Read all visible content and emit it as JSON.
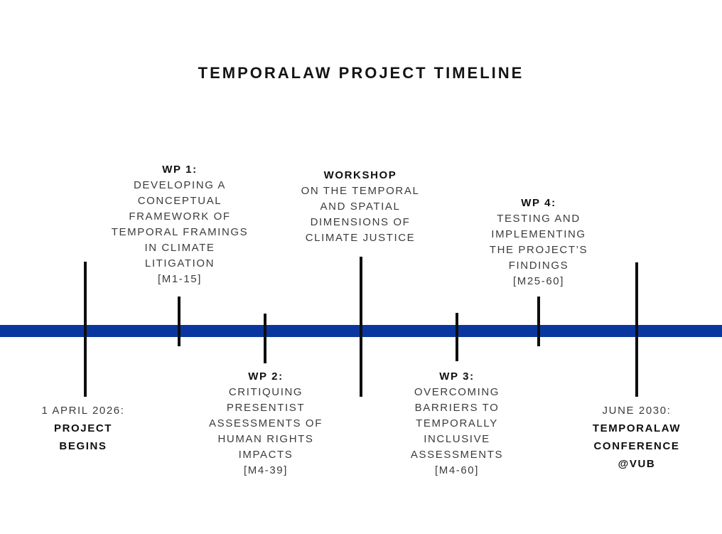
{
  "title": "TEMPORALAW PROJECT TIMELINE",
  "colors": {
    "bar": "#0a379f",
    "tick": "#0e0e0e",
    "text": "#3c3c3c",
    "bold_text": "#0f0f0f",
    "background": "#ffffff"
  },
  "milestones": [
    {
      "id": "project-begins",
      "side": "below",
      "lines": [
        {
          "text": "1 APRIL 2026:",
          "bold": false
        },
        {
          "text": "PROJECT",
          "bold": true
        },
        {
          "text": "BEGINS",
          "bold": true
        }
      ]
    },
    {
      "id": "wp1",
      "side": "above",
      "lines": [
        {
          "text": "WP 1:",
          "bold": true
        },
        {
          "text": "DEVELOPING A",
          "bold": false
        },
        {
          "text": "CONCEPTUAL",
          "bold": false
        },
        {
          "text": "FRAMEWORK OF",
          "bold": false
        },
        {
          "text": "TEMPORAL FRAMINGS",
          "bold": false
        },
        {
          "text": "IN CLIMATE",
          "bold": false
        },
        {
          "text": "LITIGATION",
          "bold": false
        },
        {
          "text": "[M1-15]",
          "bold": false
        }
      ]
    },
    {
      "id": "wp2",
      "side": "below",
      "lines": [
        {
          "text": "WP 2:",
          "bold": true
        },
        {
          "text": "CRITIQUING",
          "bold": false
        },
        {
          "text": "PRESENTIST",
          "bold": false
        },
        {
          "text": "ASSESSMENTS OF",
          "bold": false
        },
        {
          "text": "HUMAN RIGHTS",
          "bold": false
        },
        {
          "text": "IMPACTS",
          "bold": false
        },
        {
          "text": "[M4-39]",
          "bold": false
        }
      ]
    },
    {
      "id": "workshop",
      "side": "above",
      "lines": [
        {
          "text": "WORKSHOP",
          "bold": true
        },
        {
          "text": "ON THE TEMPORAL",
          "bold": false
        },
        {
          "text": "AND SPATIAL",
          "bold": false
        },
        {
          "text": "DIMENSIONS OF",
          "bold": false
        },
        {
          "text": "CLIMATE JUSTICE",
          "bold": false
        }
      ]
    },
    {
      "id": "wp3",
      "side": "below",
      "lines": [
        {
          "text": "WP 3:",
          "bold": true
        },
        {
          "text": "OVERCOMING",
          "bold": false
        },
        {
          "text": "BARRIERS TO",
          "bold": false
        },
        {
          "text": "TEMPORALLY",
          "bold": false
        },
        {
          "text": "INCLUSIVE",
          "bold": false
        },
        {
          "text": "ASSESSMENTS",
          "bold": false
        },
        {
          "text": "[M4-60]",
          "bold": false
        }
      ]
    },
    {
      "id": "wp4",
      "side": "above",
      "lines": [
        {
          "text": "WP 4:",
          "bold": true
        },
        {
          "text": "TESTING AND",
          "bold": false
        },
        {
          "text": "IMPLEMENTING",
          "bold": false
        },
        {
          "text": "THE PROJECT’S",
          "bold": false
        },
        {
          "text": "FINDINGS",
          "bold": false
        },
        {
          "text": "[M25-60]",
          "bold": false
        }
      ]
    },
    {
      "id": "conference",
      "side": "below",
      "lines": [
        {
          "text": "JUNE 2030:",
          "bold": false
        },
        {
          "text": "TEMPORALAW",
          "bold": true
        },
        {
          "text": "CONFERENCE",
          "bold": true
        },
        {
          "text": "@VUB",
          "bold": true
        }
      ]
    }
  ]
}
